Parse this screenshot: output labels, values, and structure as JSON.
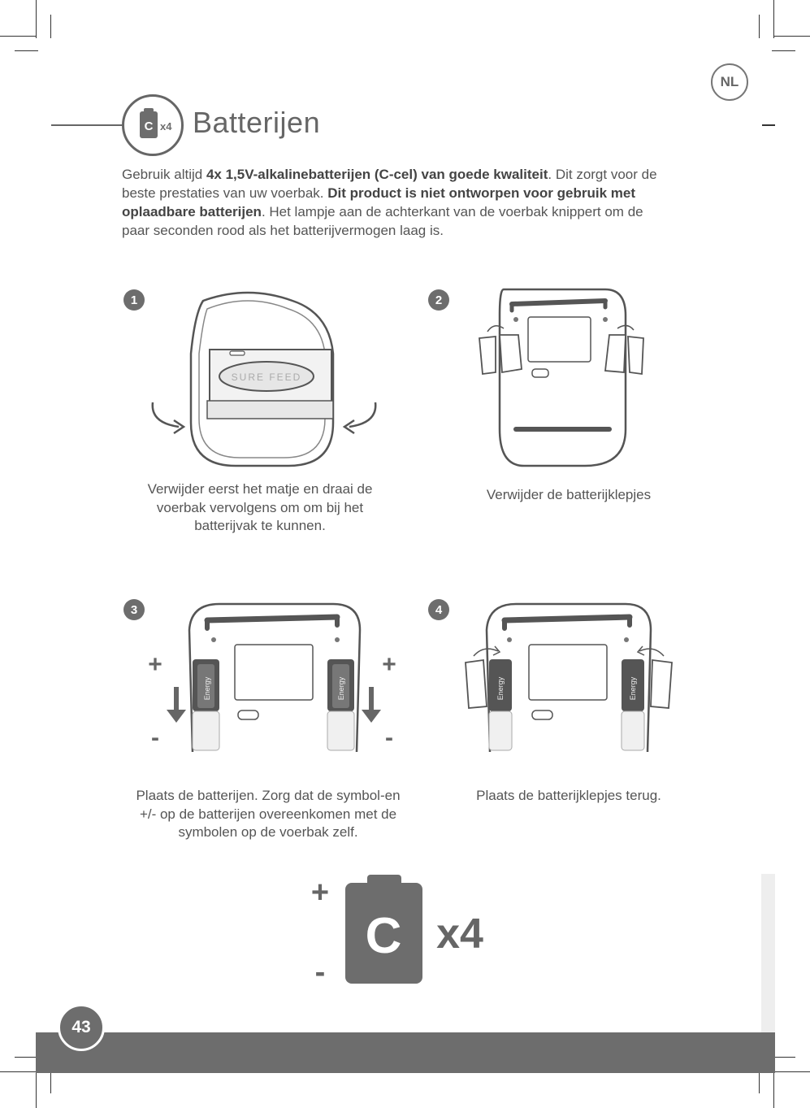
{
  "language_badge": "NL",
  "section": {
    "title": "Batterijen",
    "icon": {
      "letter": "C",
      "count": "x4",
      "name": "battery-icon"
    }
  },
  "intro": {
    "t1": "Gebruik altijd ",
    "b1": "4x 1,5V-alkalinebatterijen (C-cel) van goede kwaliteit",
    "t2": ". Dit zorgt voor de beste prestaties van uw voerbak. ",
    "b2": "Dit product is niet ontworpen voor gebruik met oplaadbare batterijen",
    "t3": ". Het lampje aan de achterkant van de voerbak knippert om de paar seconden rood als het batterijvermogen laag is."
  },
  "steps": [
    {
      "number": "1",
      "caption": "Verwijder eerst het matje en draai de voerbak vervolgens om om bij het batterijvak te kunnen.",
      "illustration": "feeder-flip"
    },
    {
      "number": "2",
      "caption": "Verwijder de batterijklepjes",
      "illustration": "remove-battery-covers"
    },
    {
      "number": "3",
      "caption": "Plaats de batterijen. Zorg dat de symbol-en +/- op de batterijen overeenkomen met de symbolen op de voerbak zelf.",
      "illustration": "insert-batteries"
    },
    {
      "number": "4",
      "caption": "Plaats de batterijklepjes terug.",
      "illustration": "replace-battery-covers"
    }
  ],
  "product_label": "SURE FEED",
  "battery_label": "Energy",
  "polarity": {
    "plus": "+",
    "minus": "-"
  },
  "big_battery": {
    "letter": "C",
    "count": "x4",
    "plus": "+",
    "minus": "-"
  },
  "page_number": "43",
  "colors": {
    "accent_gray": "#6d6d6d",
    "line_gray": "#666666",
    "text": "#555555"
  }
}
